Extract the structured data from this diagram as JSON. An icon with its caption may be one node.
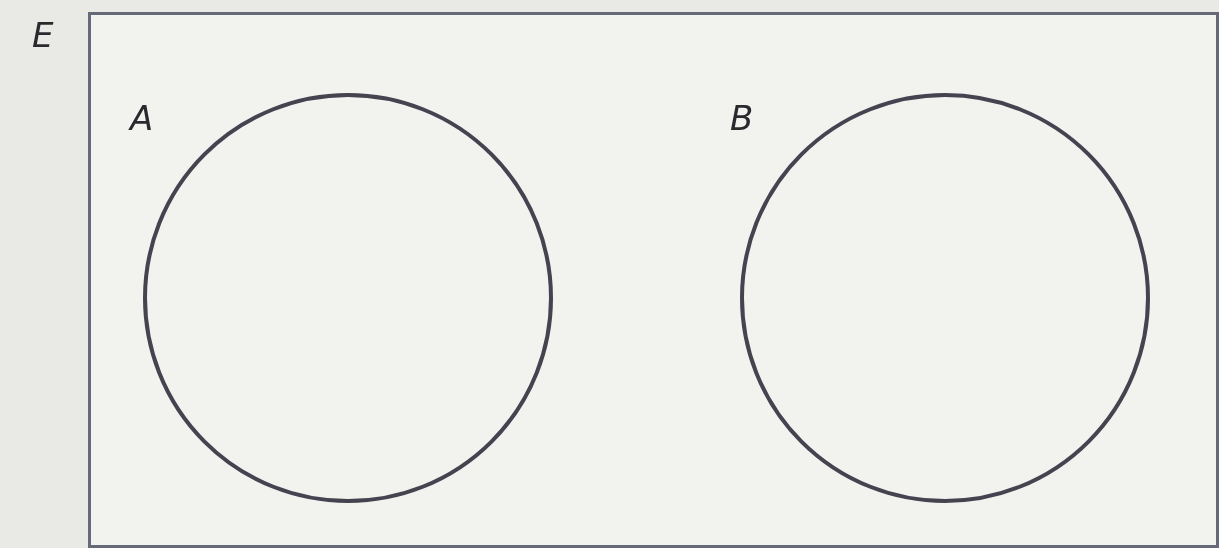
{
  "diagram": {
    "nodes": [
      {
        "text": [
          "E"
        ]
      },
      {
        "text": [
          "A"
        ],
        "in": 0
      },
      {
        "text": [
          "B"
        ],
        "in": 0
      }
    ]
  }
}
